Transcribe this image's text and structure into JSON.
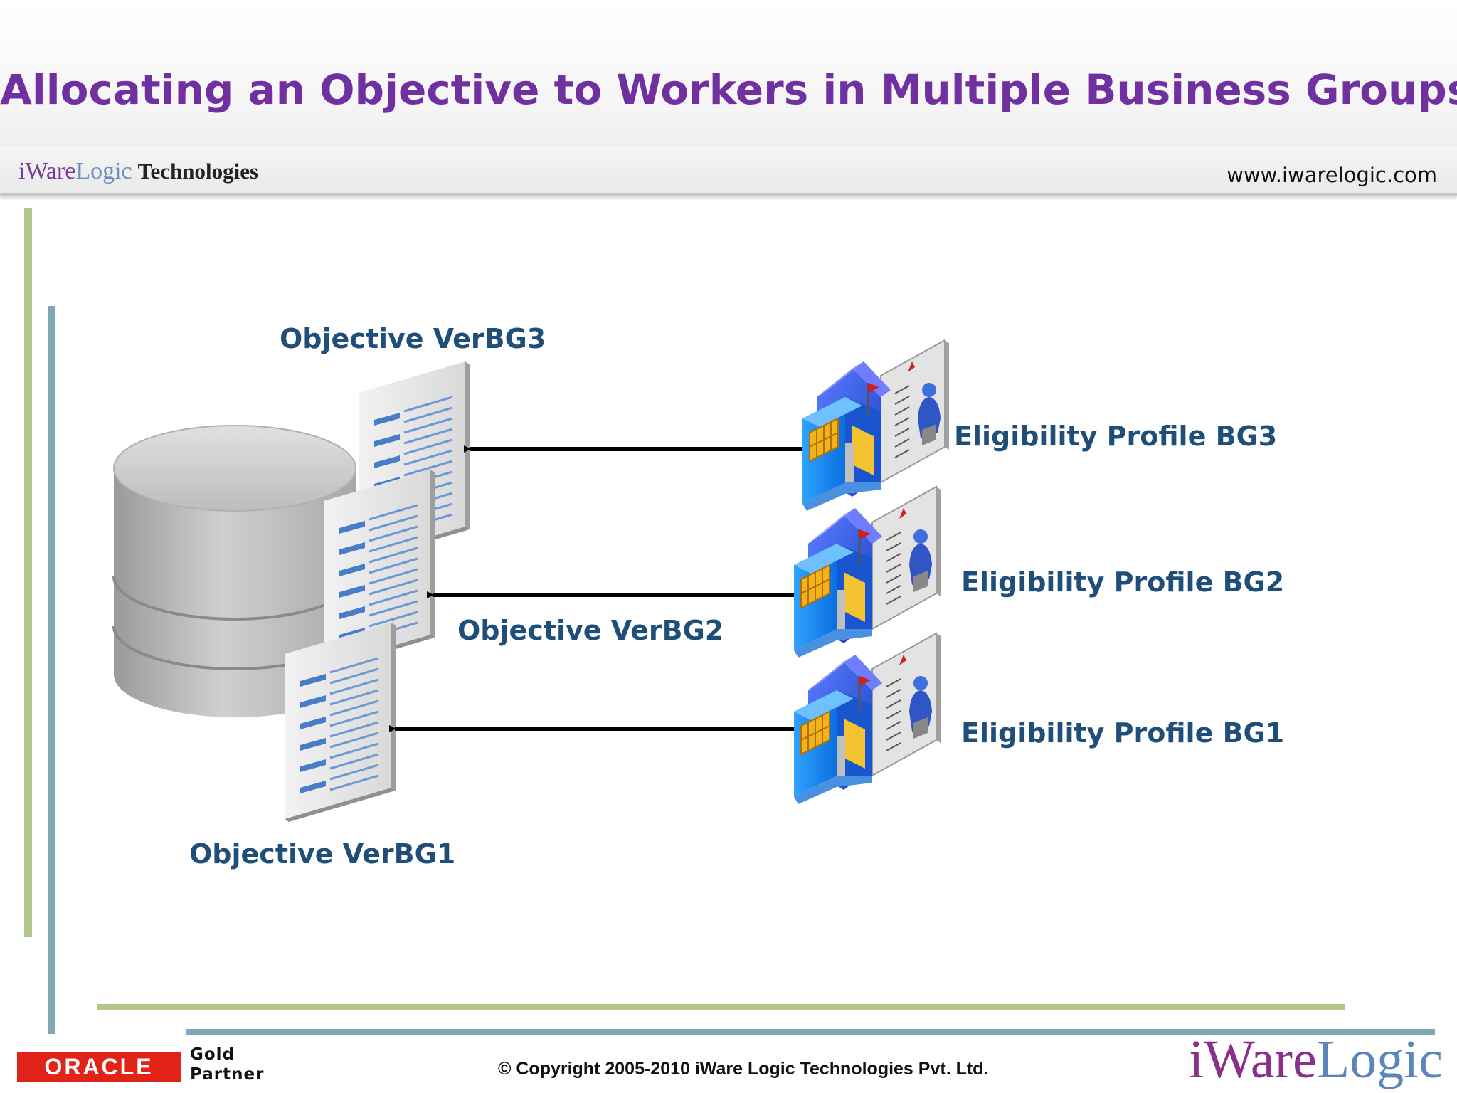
{
  "slide": {
    "title": "Allocating an Objective to Workers in Multiple Business Groups",
    "brand_part1": "iWare",
    "brand_part2": "Logic",
    "brand_suffix": "Technologies",
    "website": "www.iwarelogic.com"
  },
  "diagram": {
    "objective_labels": {
      "bg3": "Objective VerBG3",
      "bg2": "Objective VerBG2",
      "bg1": "Objective VerBG1"
    },
    "profile_labels": {
      "bg3": "Eligibility Profile BG3",
      "bg2": "Eligibility Profile BG2",
      "bg1": "Eligibility Profile BG1"
    },
    "icons": [
      "database-icon",
      "document-icon",
      "building-profile-icon",
      "arrow-left-icon"
    ]
  },
  "footer": {
    "oracle_label": "ORACLE",
    "partner_line1": "Gold",
    "partner_line2": "Partner",
    "copyright": "© Copyright 2005-2010 iWare Logic Technologies Pvt. Ltd.",
    "logo_part1": "iWare",
    "logo_part2": "Logic"
  },
  "colors": {
    "title": "#7030a0",
    "label": "#1f4e79",
    "green_rule": "#b3c68a",
    "blue_rule": "#7fa8b6",
    "oracle_red": "#e2231a"
  }
}
